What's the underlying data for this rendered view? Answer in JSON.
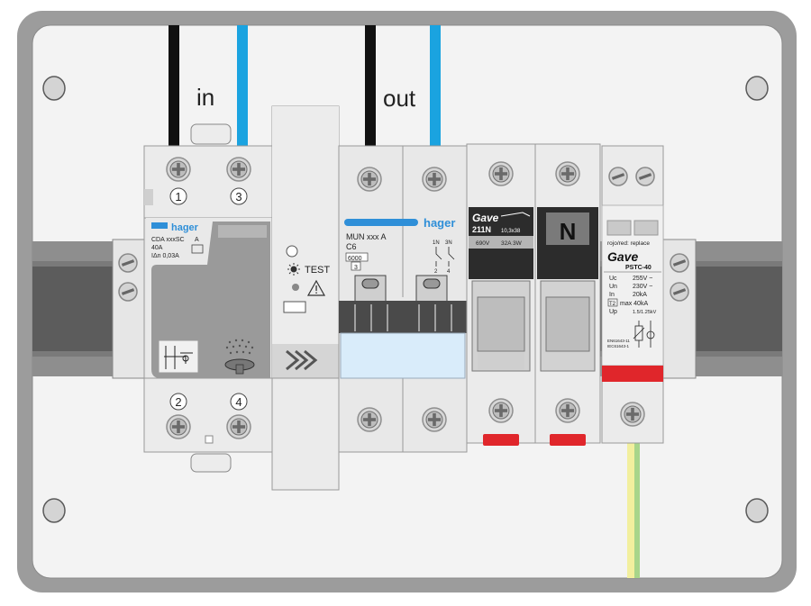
{
  "wires": {
    "in_label": "in",
    "out_label": "out"
  },
  "colors": {
    "phase_wire": "#111111",
    "neutral_wire": "#1aa3e0",
    "earth_wire_green": "#a8d58a",
    "earth_wire_yellow": "#f2ef9e",
    "brand_blue": "#2f8fd8",
    "fuse_red": "#e0262b"
  },
  "rcd": {
    "terminals": [
      "1",
      "3",
      "2",
      "4"
    ],
    "brand": "hager",
    "model": "CDA xxxSC",
    "rating": "40A",
    "sensitivity": "IΔn 0,03A",
    "class_mark": "A"
  },
  "test_module": {
    "test_label": "TEST"
  },
  "mcb": {
    "brand": "hager",
    "model": "MUN xxx A",
    "curve": "C6",
    "breaking": "6000",
    "energy_class": "3",
    "contacts": [
      "1N",
      "3N",
      "2",
      "4"
    ]
  },
  "fuse": {
    "brand": "Gave",
    "model": "211N",
    "size": "10,3x38",
    "voltage": "690V",
    "rating": "32A 3W"
  },
  "neutral": {
    "label": "N"
  },
  "spd": {
    "indicator_text": "rojo/red: replace",
    "brand": "Gave",
    "model": "PSTC-40",
    "specs": [
      {
        "key": "Uc",
        "value": "255V ~"
      },
      {
        "key": "Un",
        "value": "230V ~"
      },
      {
        "key": "In",
        "value": "20kA"
      },
      {
        "key": "T2",
        "value": "max 40kA"
      },
      {
        "key": "Up",
        "value": "1.5/1.25kV"
      }
    ],
    "standards": [
      "EN61643-11",
      "IEC61643-1"
    ]
  }
}
